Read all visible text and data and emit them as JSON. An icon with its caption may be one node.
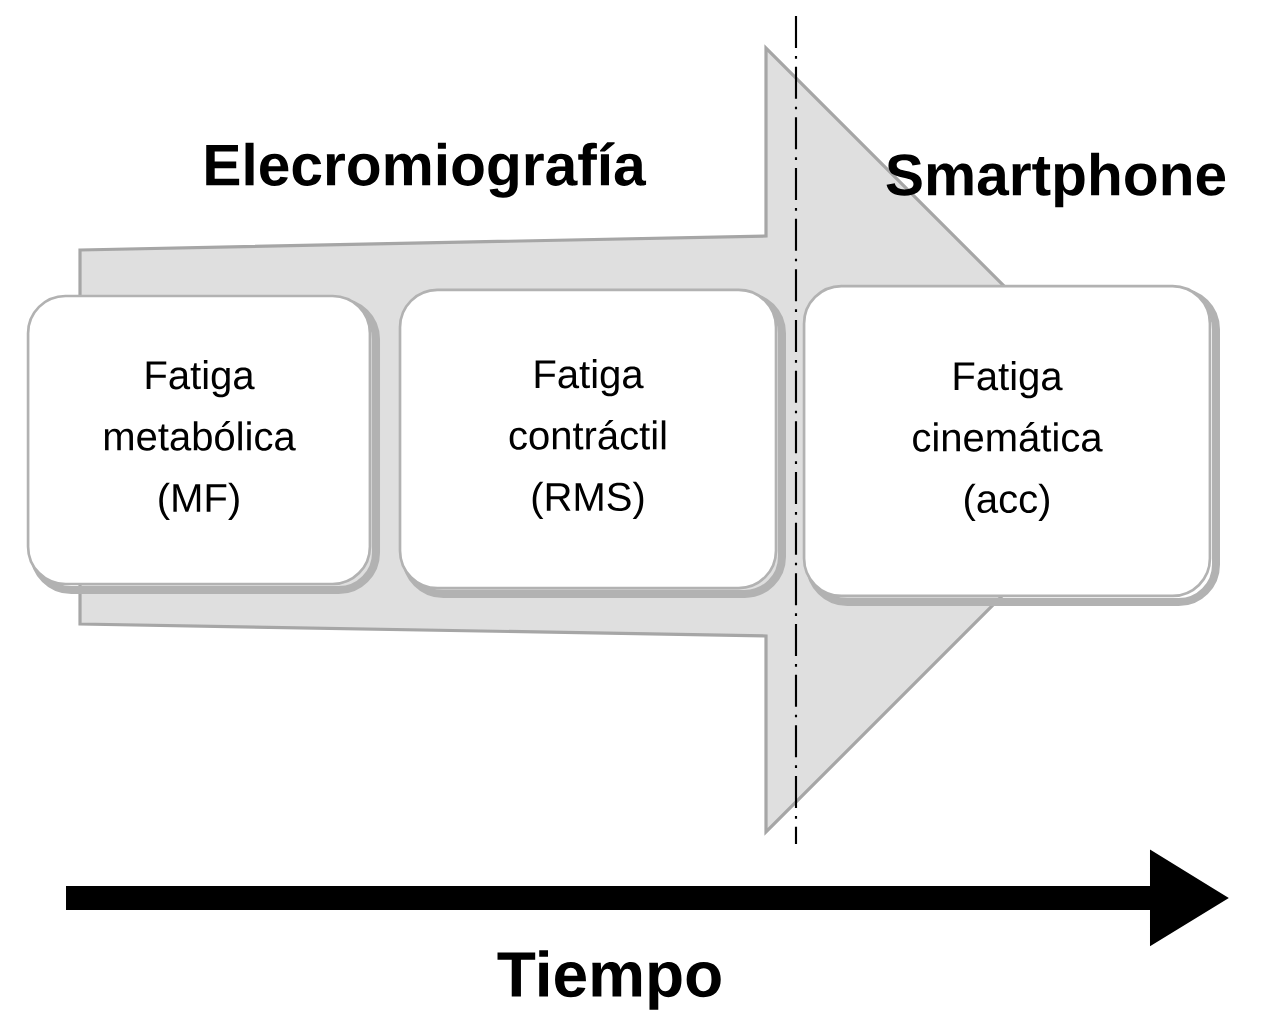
{
  "diagram": {
    "nodes": [
      {
        "text": [
          "Fatiga metabólica (MF)"
        ]
      },
      {
        "text": [
          "Fatiga contráctil (RMS)"
        ]
      },
      {
        "text": [
          "Fatiga cinemática (acc)"
        ]
      }
    ],
    "edges": [
      {
        "from": 0,
        "to": 2,
        "arrow": "to"
      }
    ],
    "labels": [
      "Elecromiografía",
      "Smartphone",
      "Tiempo"
    ]
  }
}
